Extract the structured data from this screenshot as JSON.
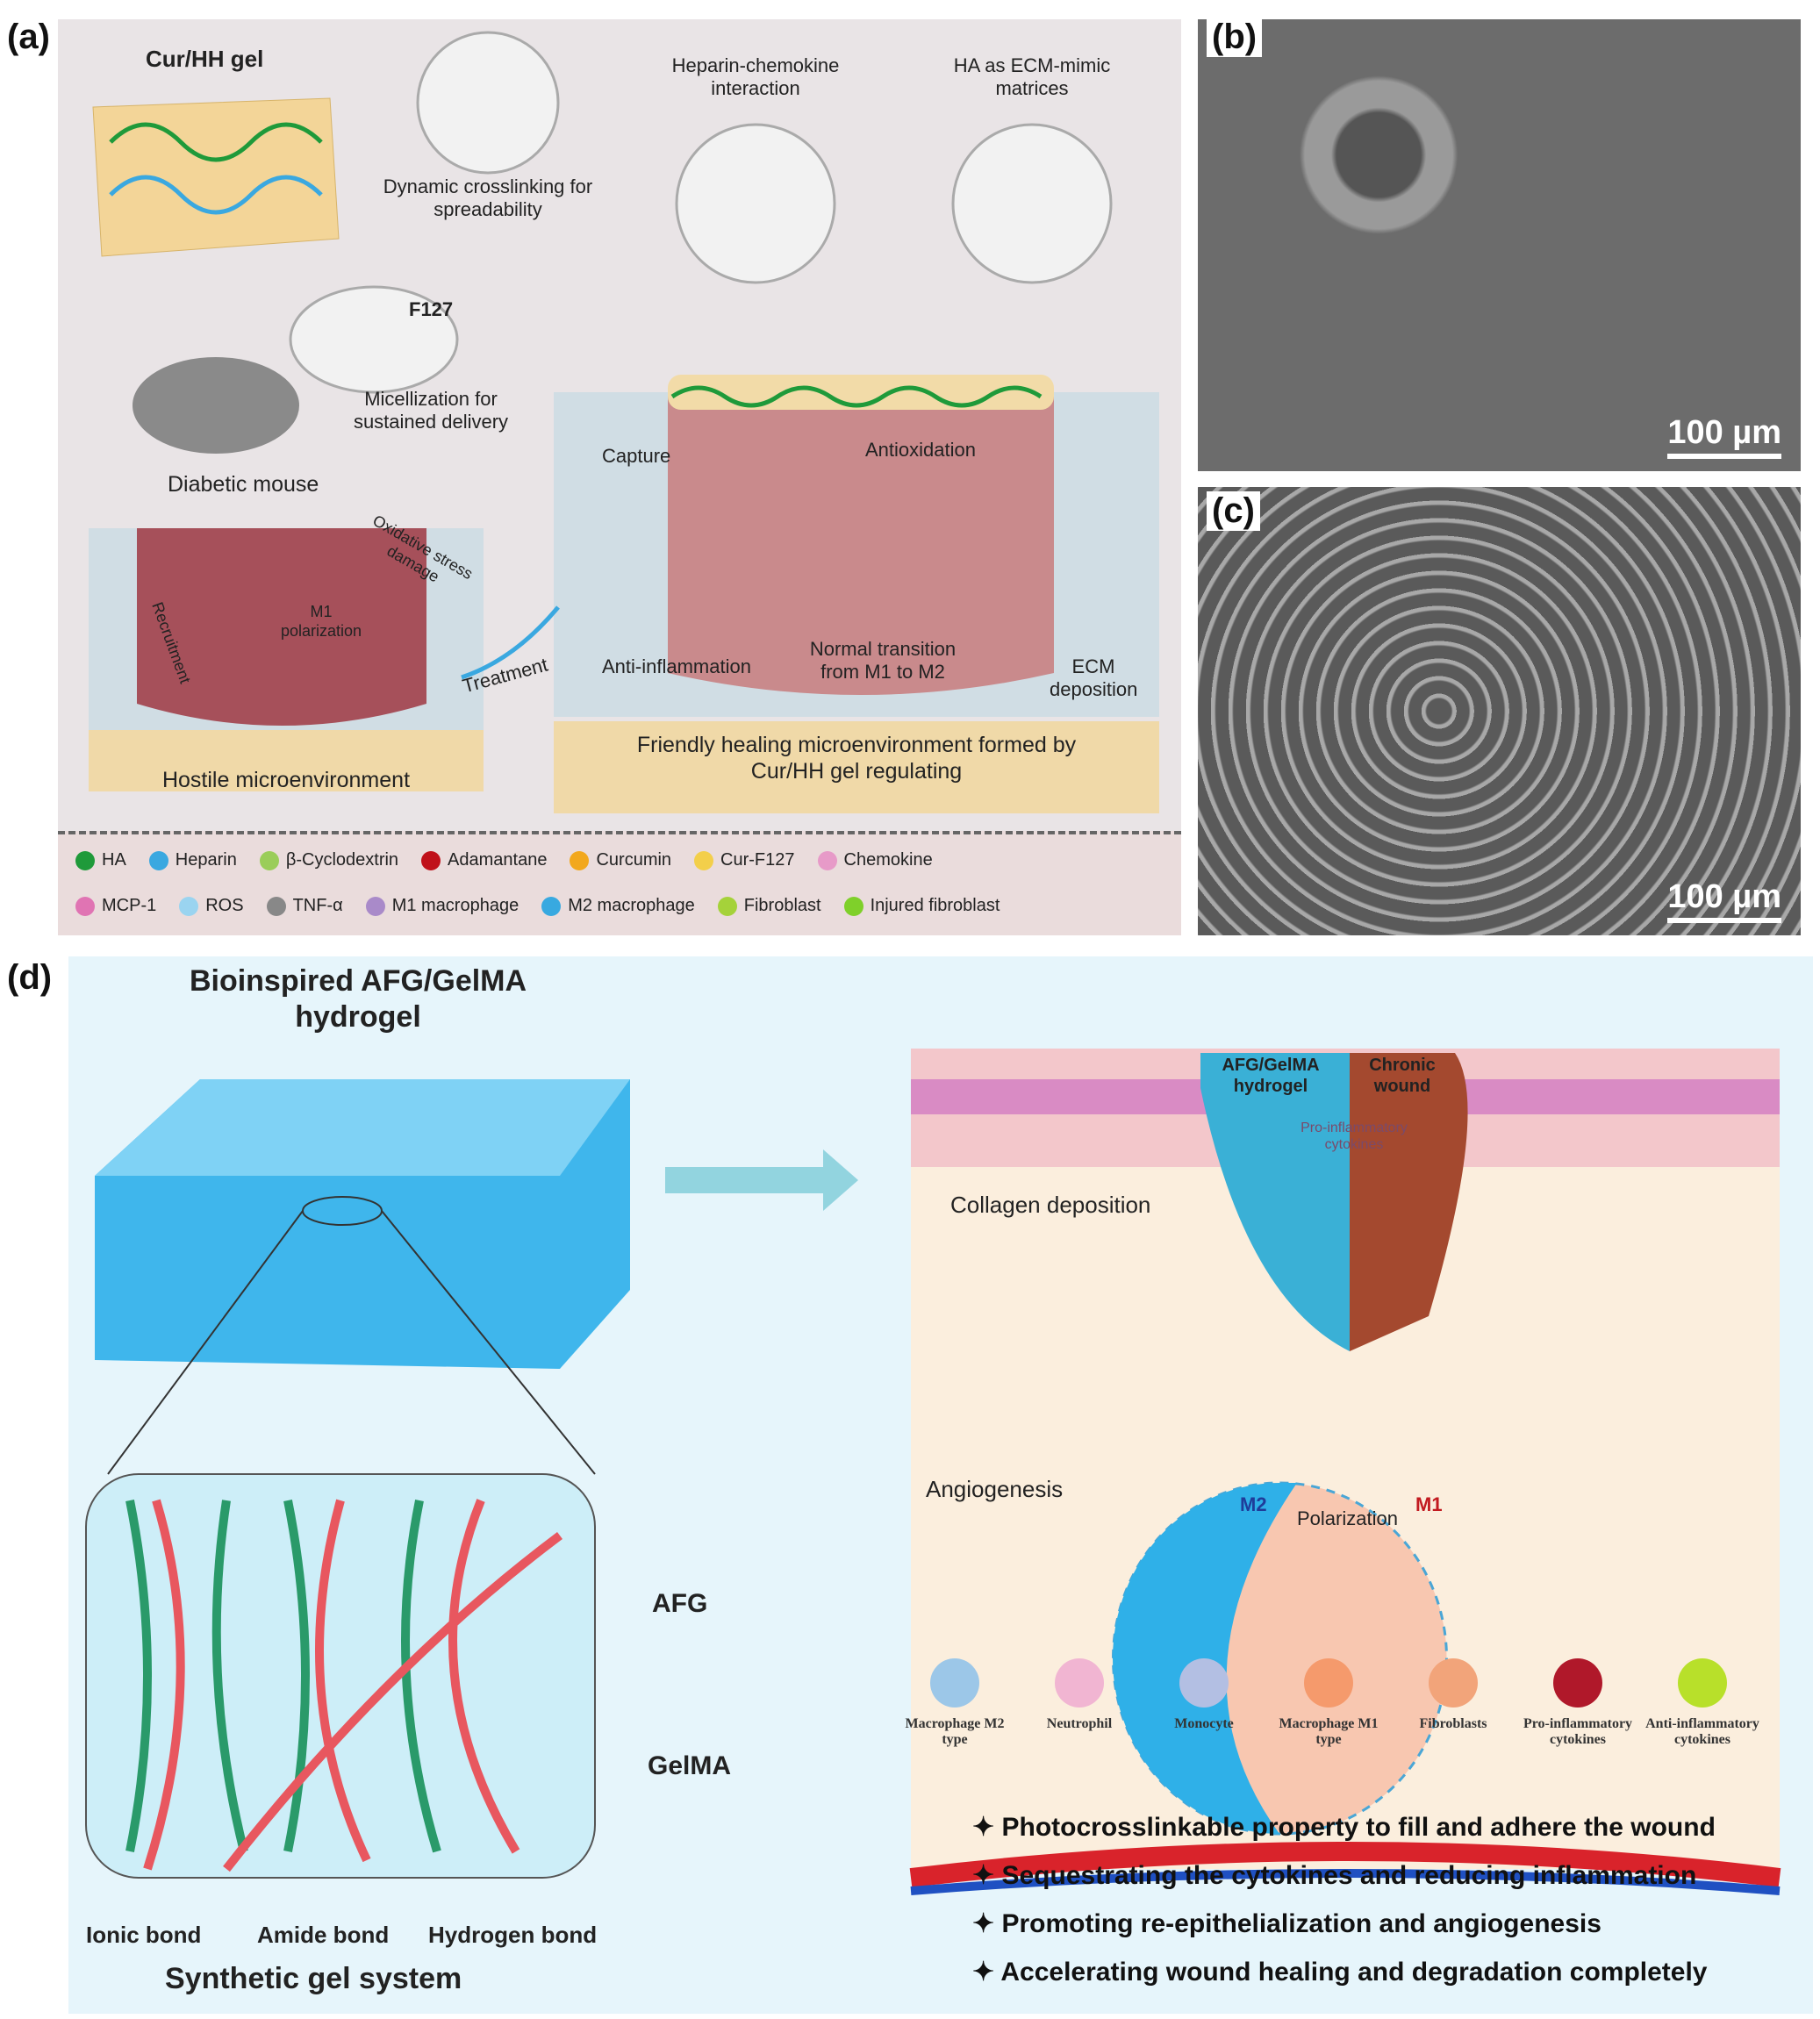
{
  "panel_labels": {
    "a": "(a)",
    "b": "(b)",
    "c": "(c)",
    "d": "(d)"
  },
  "panel_a": {
    "gel_title": "Cur/HH gel",
    "dynamic_crosslinking": "Dynamic crosslinking for spreadability",
    "f127": "F127",
    "micellization": "Micellization for sustained delivery",
    "heparin_chemokine": "Heparin-chemokine interaction",
    "ha_ecm": "HA as ECM-mimic matrices",
    "diabetic_mouse": "Diabetic mouse",
    "oxidative_stress": "Oxidative stress damage",
    "m1_polarization": "M1 polarization",
    "recruitment": "Recruitment",
    "treatment": "Treatment",
    "capture": "Capture",
    "antioxidation": "Antioxidation",
    "anti_inflammation": "Anti-inflammation",
    "normal_transition": "Normal transition from M1 to M2",
    "ecm_deposition": "ECM deposition",
    "hostile": "Hostile microenvironment",
    "friendly": "Friendly healing microenvironment formed by Cur/HH gel regulating",
    "legend": [
      {
        "label": "HA",
        "color": "#1f9a3a"
      },
      {
        "label": "Heparin",
        "color": "#3aa8e0"
      },
      {
        "label": "β-Cyclodextrin",
        "color": "#9acd5a"
      },
      {
        "label": "Adamantane",
        "color": "#c0111a"
      },
      {
        "label": "Curcumin",
        "color": "#f2a81d"
      },
      {
        "label": "Cur-F127",
        "color": "#f3cf4a"
      },
      {
        "label": "Chemokine",
        "color": "#e79ac8"
      },
      {
        "label": "MCP-1",
        "color": "#e074b3"
      },
      {
        "label": "ROS",
        "color": "#9ad4f0"
      },
      {
        "label": "TNF-α",
        "color": "#888888"
      },
      {
        "label": "M1 macrophage",
        "color": "#a98ac9"
      },
      {
        "label": "M2 macrophage",
        "color": "#38a9e0"
      },
      {
        "label": "Fibroblast",
        "color": "#a5d23a"
      },
      {
        "label": "Injured fibroblast",
        "color": "#7fd02a"
      }
    ]
  },
  "panel_b": {
    "scale": "100 µm"
  },
  "panel_c": {
    "scale": "100 µm"
  },
  "panel_d": {
    "title": "Bioinspired AFG/GelMA hydrogel",
    "afg": "AFG",
    "gelma": "GelMA",
    "ionic_bond": "Ionic bond",
    "amide_bond": "Amide bond",
    "hydrogen_bond": "Hydrogen bond",
    "synthetic": "Synthetic gel system",
    "hydrogel_label": "AFG/GelMA hydrogel",
    "chronic_wound": "Chronic wound",
    "pro_inflammatory": "Pro-inflammatory cytokines",
    "collagen": "Collagen deposition",
    "angiogenesis": "Angiogenesis",
    "m2": "M2",
    "m1": "M1",
    "polarization": "Polarization",
    "legend": [
      {
        "label": "Macrophage M2 type",
        "color": "#9cc7e8"
      },
      {
        "label": "Neutrophil",
        "color": "#f1b5d2"
      },
      {
        "label": "Monocyte",
        "color": "#b3bfe3"
      },
      {
        "label": "Macrophage M1 type",
        "color": "#f59a6c"
      },
      {
        "label": "Fibroblasts",
        "color": "#f2a47a"
      },
      {
        "label": "Pro-inflammatory cytokines",
        "color": "#b0182a"
      },
      {
        "label": "Anti-inflammatory cytokines",
        "color": "#b8e02a"
      }
    ],
    "bullets": [
      "Photocrosslinkable property to fill and adhere the wound",
      "Sequestrating the cytokines and reducing inflammation",
      "Promoting re-epithelialization and angiogenesis",
      "Accelerating wound healing and degradation completely"
    ]
  }
}
